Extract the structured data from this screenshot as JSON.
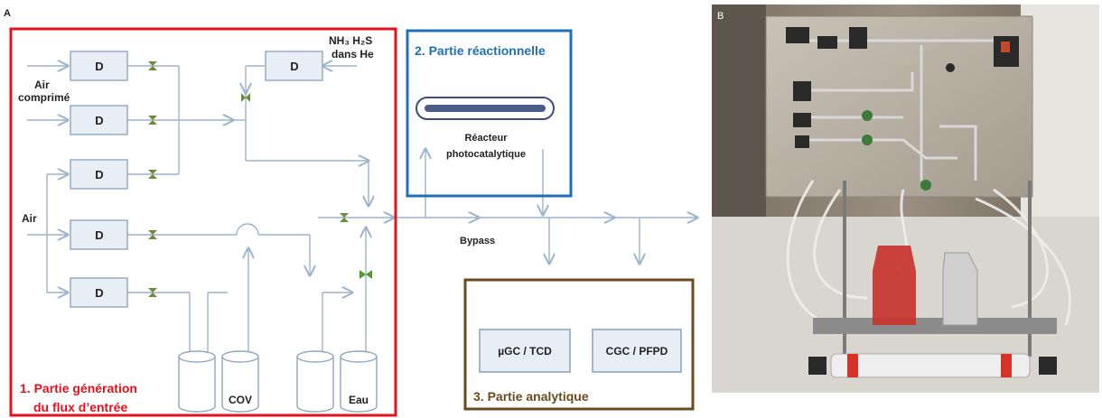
{
  "panel_a": {
    "label": "A",
    "section1_line1": "1. Partie génération",
    "section1_line2": "du flux d’entrée",
    "section2": "2. Partie réactionnelle",
    "section3": "3. Partie analytique",
    "box_label": "D",
    "air_comprime_1": "Air",
    "air_comprime_2": "comprimé",
    "air": "Air",
    "gas_line1": "NH₃ H₂S",
    "gas_line2": "dans He",
    "reactor_line1": "Réacteur",
    "reactor_line2": "photocatalytique",
    "bypass": "Bypass",
    "analyzer1": "µGC / TCD",
    "analyzer2": "CGC / PFPD",
    "cov": "COV",
    "eau": "Eau"
  },
  "panel_b": {
    "label": "B"
  },
  "colors": {
    "section1": "#e3121b",
    "section2": "#1f6fba",
    "section3": "#6b4a1f",
    "flow_line": "#9cb4cc",
    "box_fill": "#e8eef5",
    "box_stroke": "#8fa6bd",
    "valve": "#6e8a3a",
    "valve_open": "#4f9a2c"
  }
}
